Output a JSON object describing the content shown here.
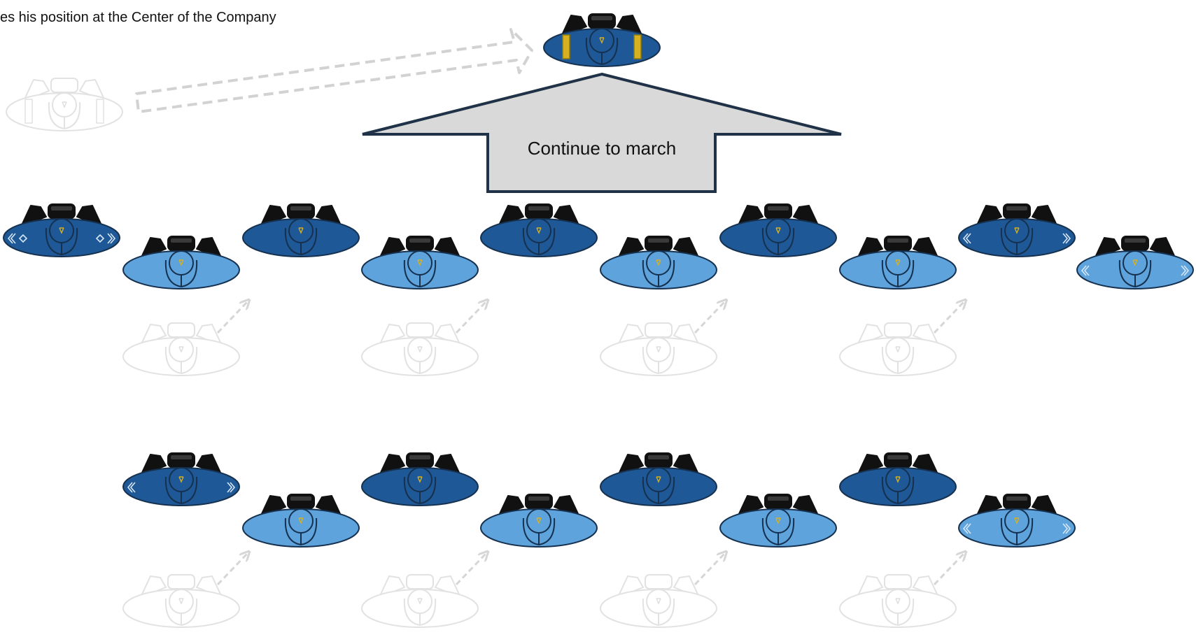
{
  "caption": "es his position at the Center of the Company",
  "arrow_label": "Continue to march",
  "colors": {
    "dark_blue": "#1f5896",
    "light_blue": "#5fa3dc",
    "outline": "#15314f",
    "ghost": "#e2e2e2",
    "arrow_fill": "#d9d9d9",
    "arrow_stroke": "#203247",
    "insignia": "#d8b020"
  },
  "icons": {
    "soldier": "soldier-topview-icon",
    "ghost": "ghost-position-icon",
    "path": "dashed-path-arrow-icon"
  },
  "rows": {
    "front_rank_count": 10,
    "rear_rank_count": 8,
    "ghost_count": 8
  }
}
